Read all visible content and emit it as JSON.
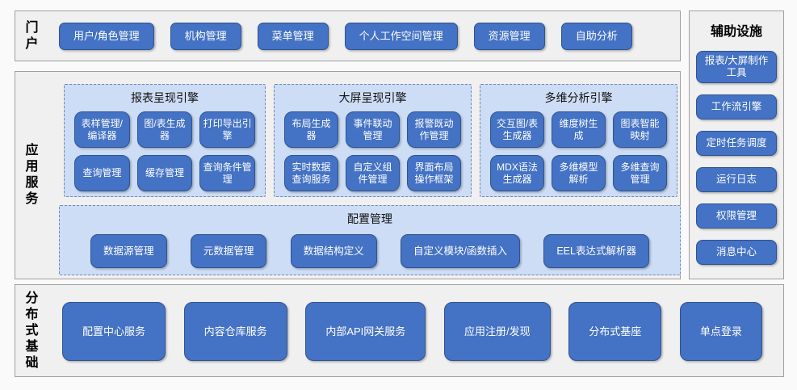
{
  "portal": {
    "label": "门户",
    "items": [
      "用户/角色管理",
      "机构管理",
      "菜单管理",
      "个人工作空间管理",
      "资源管理",
      "自助分析"
    ]
  },
  "app_services": {
    "label": "应用服务",
    "groups": [
      {
        "title": "报表呈现引擎",
        "items": [
          "表样管理/编译器",
          "图/表生成器",
          "打印导出引擎",
          "查询管理",
          "缓存管理",
          "查询条件管理"
        ]
      },
      {
        "title": "大屏呈现引擎",
        "items": [
          "布局生成器",
          "事件联动管理",
          "报警既动作管理",
          "实时数据查询服务",
          "自定义组件管理",
          "界面布局操作框架"
        ]
      },
      {
        "title": "多维分析引擎",
        "items": [
          "交互图/表生成器",
          "维度树生成",
          "图表智能映射",
          "MDX语法生成器",
          "多维模型解析",
          "多维查询管理"
        ]
      }
    ],
    "config": {
      "title": "配置管理",
      "items": [
        "数据源管理",
        "元数据管理",
        "数据结构定义",
        "自定义模块/函数插入",
        "EEL表达式解析器"
      ]
    }
  },
  "aux": {
    "title": "辅助设施",
    "items": [
      "报表/大屏制作工具",
      "工作流引擎",
      "定时任务调度",
      "运行日志",
      "权限管理",
      "消息中心"
    ]
  },
  "foundation": {
    "label": "分布式基础",
    "items": [
      "配置中心服务",
      "内容仓库服务",
      "内部API网关服务",
      "应用注册/发现",
      "分布式基座",
      "单点登录"
    ]
  },
  "colors": {
    "node_blue": "#4472c4",
    "node_border": "#2f538f",
    "group_bg": "#cdddf5",
    "group_border": "#6e86b8",
    "section_bg": "#f0f0f0",
    "section_border": "#9f9f9f"
  }
}
